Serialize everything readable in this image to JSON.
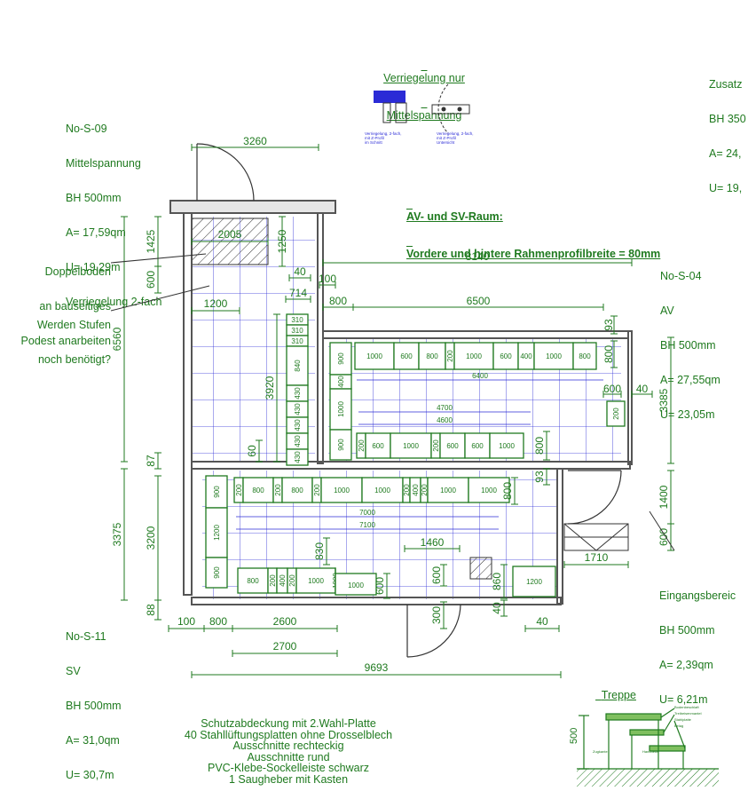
{
  "title": "AV- und SV-Raum:",
  "subtitle": "Vordere und hintere Rahmenprofilbreite = 80mm",
  "rooms": {
    "s09": [
      "No-S-09",
      "Mittelspannung",
      "BH 500mm",
      "A= 17,59qm",
      "U= 19,29m",
      "Verriegelung 2-fach"
    ],
    "s04": [
      "No-S-04",
      "AV",
      "BH 500mm",
      "A= 27,55qm",
      "U= 23,05m"
    ],
    "s11": [
      "No-S-11",
      "SV",
      "BH 500mm",
      "A= 31,0qm",
      "U= 30,7m"
    ],
    "eingang": [
      "Eingangsbereic",
      "BH 500mm",
      "A= 2,39qm",
      "U= 6,21m"
    ],
    "zusatz": [
      "Zusatz",
      "BH 350",
      "A= 24,",
      "U= 19,"
    ]
  },
  "callouts": {
    "doppelboden": [
      "Doppelboden",
      "an bauseitiges",
      "Podest anarbeiten"
    ],
    "stufen": [
      "Werden Stufen",
      "noch benötigt?"
    ]
  },
  "detail": {
    "title_line1": "Verriegelung nur",
    "title_line2": "Mittelspannung",
    "caption_left": "Verriegelung, 2-fach,\nmit Z-Profil\nim Schnitt",
    "caption_right": "Verriegelung, 2-fach,\nmit Z-Profil\nUntersicht"
  },
  "treppe": {
    "title": "Treppe",
    "dim": "500",
    "labels": [
      "Zugkante",
      "Handhebe",
      "Bodenbeschlaft",
      "Treibeisenmantel",
      "Stahlplatte",
      "Belag"
    ]
  },
  "notes": [
    "Schutzabdeckung mit 2.Wahl-Platte",
    "40 Stahllüftungsplatten ohne Drosselblech",
    "Ausschnitte rechteckig",
    "Ausschnitte rund",
    "PVC-Klebe-Sockelleiste schwarz",
    "1 Saugheber mit Kasten"
  ],
  "dimensions": {
    "d3260": "3260",
    "d2005": "2005",
    "d1425": "1425",
    "d1250": "1250",
    "d600a": "600",
    "d40a": "40",
    "d100a": "100",
    "d714": "714",
    "d1200a": "1200",
    "d8140": "8140",
    "d800a": "800",
    "d6500": "6500",
    "d93a": "93",
    "d800b": "800",
    "d6560": "6560",
    "d3920": "3920",
    "d6400": "6400",
    "d600b": "600",
    "d40b": "40",
    "d3385": "3385",
    "d4700": "4700",
    "d4600": "4600",
    "d800c": "800",
    "d60": "60",
    "d87": "87",
    "d93b": "93",
    "d800d": "800",
    "d1400": "1400",
    "d3375": "3375",
    "d3200": "3200",
    "d7000": "7000",
    "d7100": "7100",
    "d600c": "600",
    "d830": "830",
    "d1460": "1460",
    "d1710": "1710",
    "d600d": "600",
    "d600e": "600",
    "d860": "860",
    "d40c": "40",
    "d88": "88",
    "d100b": "100",
    "d800e": "800",
    "d2600": "2600",
    "d300": "300",
    "d40d": "40",
    "d2700": "2700",
    "d9693": "9693"
  },
  "av_top_row": [
    "1000",
    "600",
    "800",
    "200",
    "1000",
    "600",
    "400",
    "1000",
    "800"
  ],
  "av_bottom_row": [
    "200",
    "600",
    "1000",
    "200",
    "600",
    "600",
    "1000"
  ],
  "av_left_col": [
    "900",
    "400",
    "1000",
    "900"
  ],
  "av_right_panel": "200",
  "s09_col": [
    "310",
    "310",
    "310",
    "840",
    "430",
    "430",
    "430",
    "430",
    "430"
  ],
  "sv_top_row": [
    "200",
    "800",
    "200",
    "800",
    "200",
    "1000",
    "1000",
    "200",
    "400",
    "200",
    "1000",
    "1000"
  ],
  "sv_left_col": [
    "900",
    "1200",
    "900"
  ],
  "sv_bottom_row": [
    "800",
    "200",
    "400",
    "200",
    "1000",
    "1000"
  ],
  "eingang_panel": "1200",
  "colors": {
    "line": "#1f7a1f",
    "wall": "#555555",
    "grid": "#2b2bd6",
    "panel": "#1f7a1f",
    "hatch": "#333333"
  }
}
